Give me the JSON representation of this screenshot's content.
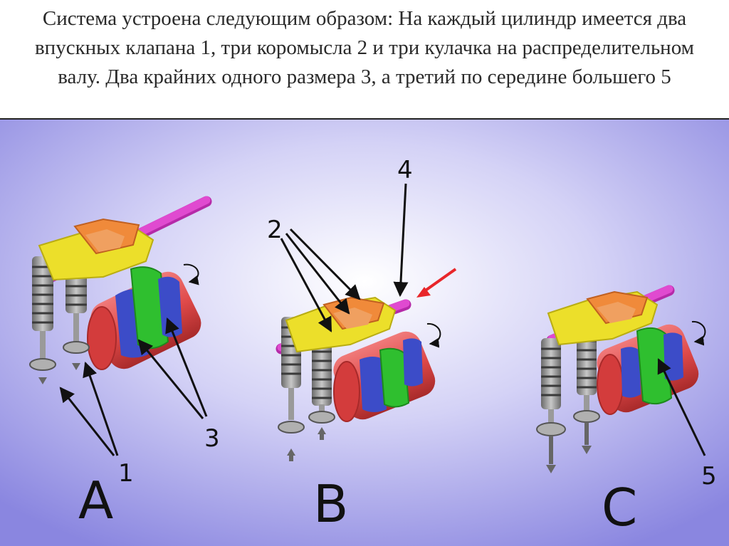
{
  "caption": {
    "text": "Система устроена следующим образом: На каждый цилиндр имеется два впускных клапана 1, три коромысла 2 и три кулачка на распределительном валу. Два крайних одного размера 3, а третий по середине большего 5"
  },
  "figure": {
    "labels": {
      "n1": "1",
      "n2": "2",
      "n3": "3",
      "n4": "4",
      "n5": "5"
    },
    "panel_letters": [
      "A",
      "B",
      "C"
    ]
  },
  "colors": {
    "background_top": "#ffffff",
    "background_edge": "#8a86e0",
    "camshaft": "#e04a4a",
    "cam_outer": "#3c4cc8",
    "cam_middle": "#2fbf2f",
    "rocker": "#ecdf2a",
    "rocker_inner": "#f08a3a",
    "rocker_shaft": "#e04ad0",
    "spring": "#8c8c8c",
    "pointer_arrow": "#e8262a"
  }
}
